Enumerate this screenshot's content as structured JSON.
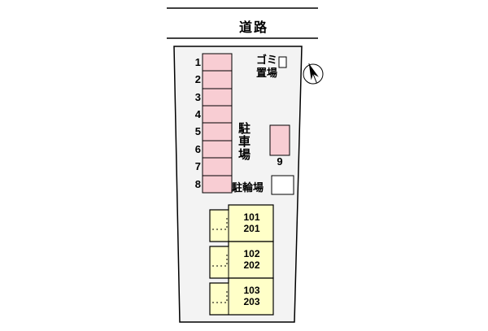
{
  "labels": {
    "road": "道路",
    "parking_lot": "駐車場",
    "garbage_line1": "ゴミ",
    "garbage_line2": "置場",
    "bicycle": "駐輪場",
    "space9": "9"
  },
  "parking": {
    "spaces": [
      "1",
      "2",
      "3",
      "4",
      "5",
      "6",
      "7",
      "8"
    ]
  },
  "buildings": [
    {
      "upper": "101",
      "lower": "201"
    },
    {
      "upper": "102",
      "lower": "202"
    },
    {
      "upper": "103",
      "lower": "203"
    }
  ],
  "colors": {
    "parking_fill": "#f8cdd3",
    "building_fill": "#ffffc8",
    "plot_fill": "#f3f3f3",
    "line": "#000000"
  }
}
